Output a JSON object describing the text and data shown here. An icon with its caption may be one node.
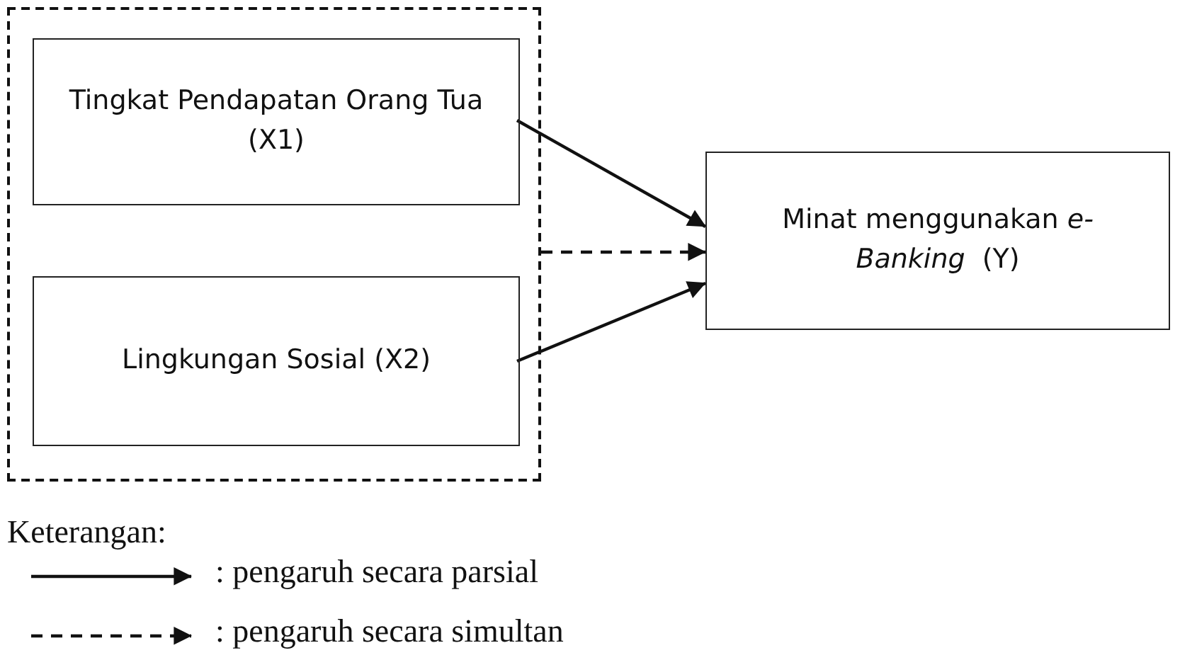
{
  "diagram": {
    "nodes": [
      {
        "text": [],
        "shape": "box"
      },
      {
        "text": [
          "Tingkat Pendapatan Orang Tua (X1)"
        ],
        "in": 0
      },
      {
        "text": [
          "Lingkungan Sosial (X2)"
        ],
        "in": 0
      },
      {
        "text": [
          "Minat menggunakan *e-Banking*  (Y)"
        ]
      }
    ],
    "edges": [
      {
        "from": 1,
        "to": 3,
        "arrow": "to"
      },
      {
        "from": 2,
        "to": 3,
        "arrow": "to"
      },
      {
        "from": 0,
        "to": 3,
        "arrow": "to",
        "style": "dashed"
      }
    ],
    "labels": [
      "Keterangan:"
    ],
    "legend": [
      {
        "text": ": pengaruh secara parsial"
      },
      {
        "text": ": pengaruh secara simultan"
      }
    ]
  }
}
